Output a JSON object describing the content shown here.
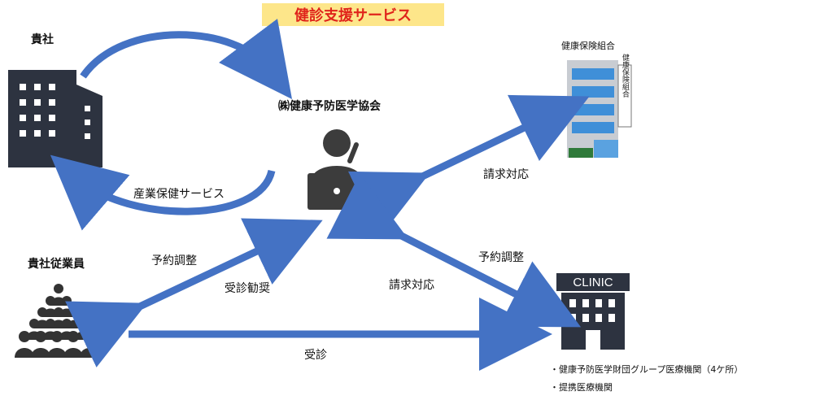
{
  "title": "健診支援サービス",
  "nodes": {
    "company": "貴社",
    "association": "㈱健康予防医学協会",
    "insurance": "健康保険組合",
    "insurance_sign": "健康保険組合",
    "employees": "貴社従業員",
    "clinic_sign": "CLINIC"
  },
  "edges": {
    "sangyo": "産業保健サービス",
    "seikyu_insurance": "請求対応",
    "yoyaku_left": "予約調整",
    "jushin_kansho": "受診勧奨",
    "yoyaku_right": "予約調整",
    "seikyu_center": "請求対応",
    "jushin": "受診"
  },
  "notes": {
    "clinic_1": "・健康予防医学財団グループ医療機関（4ケ所）",
    "clinic_2": "・提携医療機関"
  },
  "colors": {
    "arrow": "#4472c4",
    "building_dark": "#2d3340",
    "title_bg": "#fde68a",
    "title_text": "#e0241b"
  }
}
